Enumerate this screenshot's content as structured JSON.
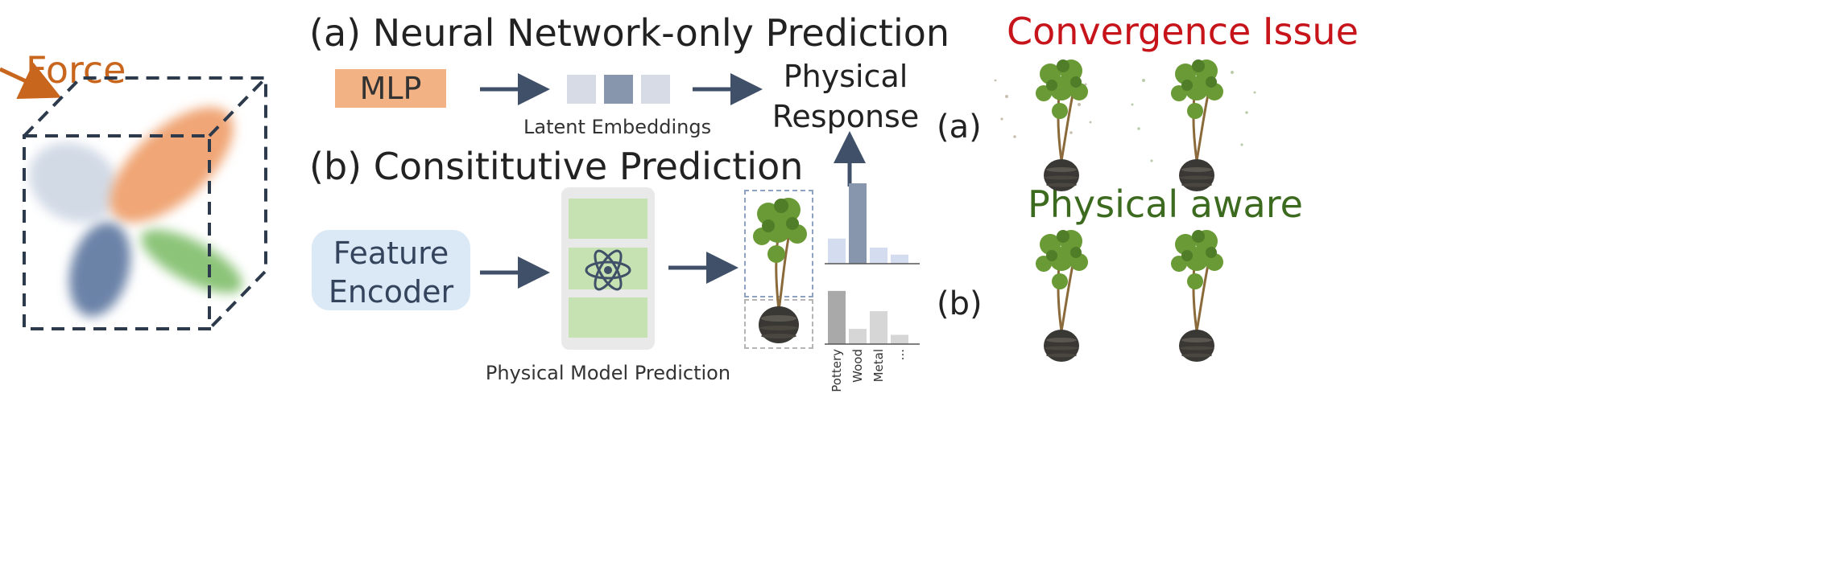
{
  "left_panel": {
    "force_label": "Force"
  },
  "panel_a": {
    "title": "(a) Neural Network-only Prediction",
    "mlp_label": "MLP",
    "embeddings_label": "Latent Embeddings"
  },
  "center": {
    "response_line1": "Physical",
    "response_line2": "Response"
  },
  "panel_b": {
    "title": "(b) Consititutive Prediction",
    "encoder_line1": "Feature",
    "encoder_line2": "Encoder",
    "model_label": "Physical Model Prediction",
    "material_labels": [
      "Pottery",
      "Wood",
      "Metal",
      "..."
    ]
  },
  "right_panel": {
    "convergence_title": "Convergence Issue",
    "aware_title": "Physical aware",
    "row_a_label": "(a)",
    "row_b_label": "(b)"
  },
  "colors": {
    "arrow": "#3f5068",
    "orange": "#f2a878",
    "mlp_fill": "#f3b283",
    "red": "#c6141a",
    "green": "#3c6a1e",
    "encoder_fill": "#dbe8f5",
    "green_box": "#c6e2b3",
    "dashed_box": "#2c3a4c"
  },
  "chart_data": [
    {
      "type": "bar",
      "categories": [
        "",
        "",
        "",
        ""
      ],
      "values": [
        0.25,
        0.8,
        0.16,
        0.09
      ],
      "title": "",
      "xlabel": "",
      "ylabel": "",
      "grid": false
    },
    {
      "type": "bar",
      "categories": [
        "Pottery",
        "Wood",
        "Metal",
        "..."
      ],
      "values": [
        0.63,
        0.18,
        0.39,
        0.11
      ],
      "title": "",
      "xlabel": "",
      "ylabel": "",
      "grid": false
    }
  ]
}
